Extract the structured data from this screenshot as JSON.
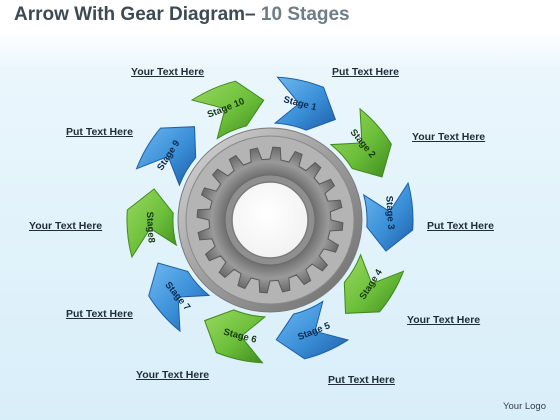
{
  "title": {
    "main": "Arrow With Gear Diagram–",
    "suffix": "10 Stages"
  },
  "stages": [
    {
      "label": "Stage 1",
      "color": "blue"
    },
    {
      "label": "Stage 2",
      "color": "green"
    },
    {
      "label": "Stage 3",
      "color": "blue"
    },
    {
      "label": "Stage 4",
      "color": "green"
    },
    {
      "label": "Stage 5",
      "color": "blue"
    },
    {
      "label": "Stage 6",
      "color": "green"
    },
    {
      "label": "Stage 7",
      "color": "blue"
    },
    {
      "label": "Stage8",
      "color": "green"
    },
    {
      "label": "Stage 9",
      "color": "blue"
    },
    {
      "label": "Stage 10",
      "color": "green"
    }
  ],
  "callouts": [
    "Your Text Here",
    "Put Text Here",
    "Your Text Here",
    "Put Text Here",
    "Your Text Here",
    "Put Text Here",
    "Your Text Here",
    "Put Text Here",
    "Your Text Here",
    "Put Text Here"
  ],
  "logo": "Your Logo",
  "colors": {
    "blue": "#3a8fd8",
    "blue_dark": "#1d5fa8",
    "green": "#6cbf3a",
    "green_dark": "#3f8a1e",
    "gear": "#8e8e8e",
    "title": "#3e4a52"
  }
}
